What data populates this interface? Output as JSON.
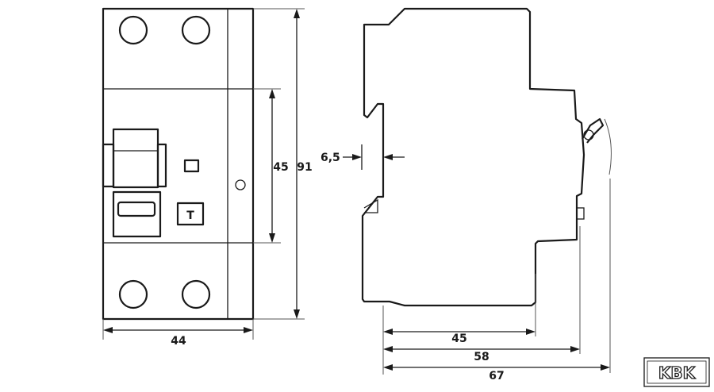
{
  "front_view": {
    "width_label": "44",
    "mid_height_label": "45",
    "total_height_label": "91",
    "test_button_label": "T"
  },
  "side_view": {
    "rail_gap_label": "6,5",
    "depth_45_label": "45",
    "depth_58_label": "58",
    "depth_67_label": "67"
  },
  "logo": {
    "text": "KBK"
  }
}
